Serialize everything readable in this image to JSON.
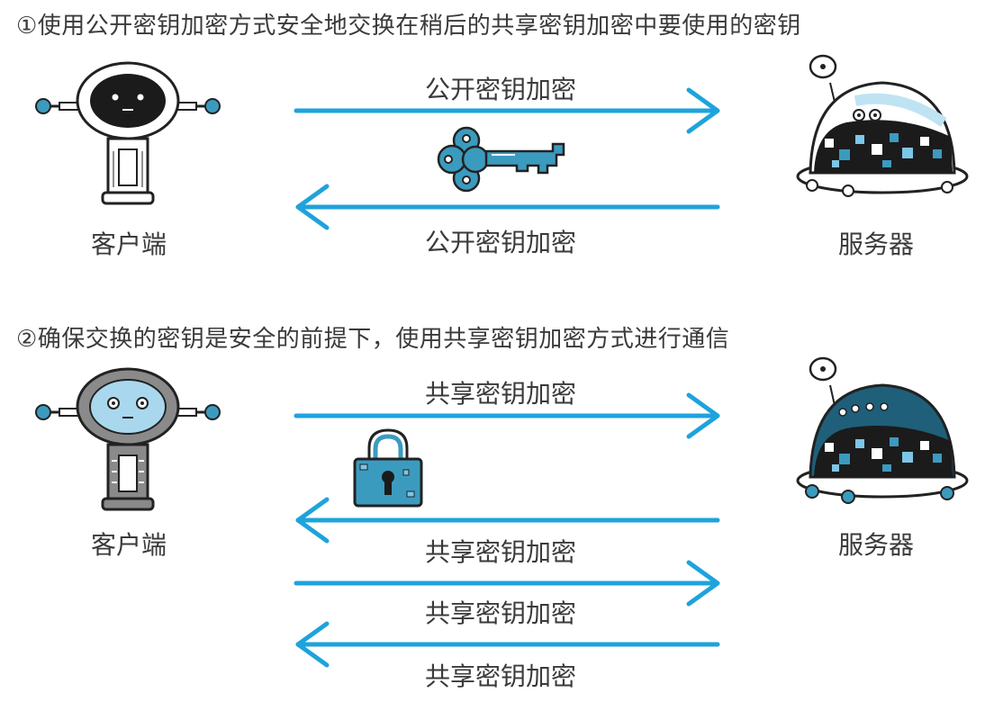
{
  "step1": {
    "title": "①使用公开密钥加密方式安全地交换在稍后的共享密钥加密中要使用的密钥",
    "client_label": "客户端",
    "server_label": "服务器",
    "arrow_to_server_label": "公开密钥加密",
    "arrow_to_client_label": "公开密钥加密",
    "carried_item_icon": "key-icon"
  },
  "step2": {
    "title": "②确保交换的密钥是安全的前提下，使用共享密钥加密方式进行通信",
    "client_label": "客户端",
    "server_label": "服务器",
    "carried_item_icon": "padlock-icon",
    "arrows": [
      {
        "direction": "to-server",
        "label": "共享密钥加密"
      },
      {
        "direction": "to-client",
        "label": "共享密钥加密"
      },
      {
        "direction": "to-server",
        "label": "共享密钥加密"
      },
      {
        "direction": "to-client",
        "label": "共享密钥加密"
      }
    ]
  },
  "colors": {
    "arrow": "#1ea3dc",
    "icon_fill": "#3b9bbf",
    "outline": "#222222",
    "client_face_step1": "#1b1b1b",
    "client_face_step2": "#a9d8ee"
  }
}
